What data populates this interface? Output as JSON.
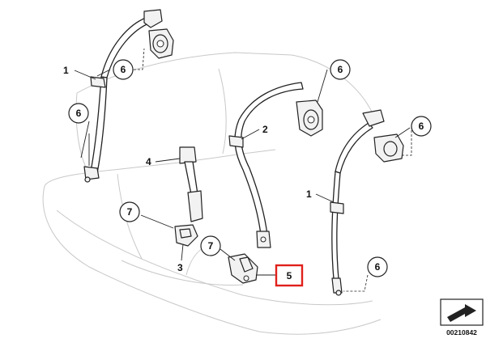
{
  "diagram": {
    "part_labels": {
      "belt_left": "1",
      "belt_right": "1",
      "belt_center": "2",
      "buckle_left": "3",
      "buckle_latch": "4",
      "buckle_center": "5"
    },
    "circle_callouts": {
      "left_top": "6",
      "left_mid": "6",
      "right_top": "6",
      "right_side": "6",
      "right_bottom": "6",
      "lower_left": "7",
      "lower_center": "7"
    },
    "highlighted_label": "5",
    "reference_number": "00210842",
    "colors": {
      "highlight": "#e0201b",
      "line": "#222222",
      "seat_outline": "#c8c8c8"
    }
  }
}
